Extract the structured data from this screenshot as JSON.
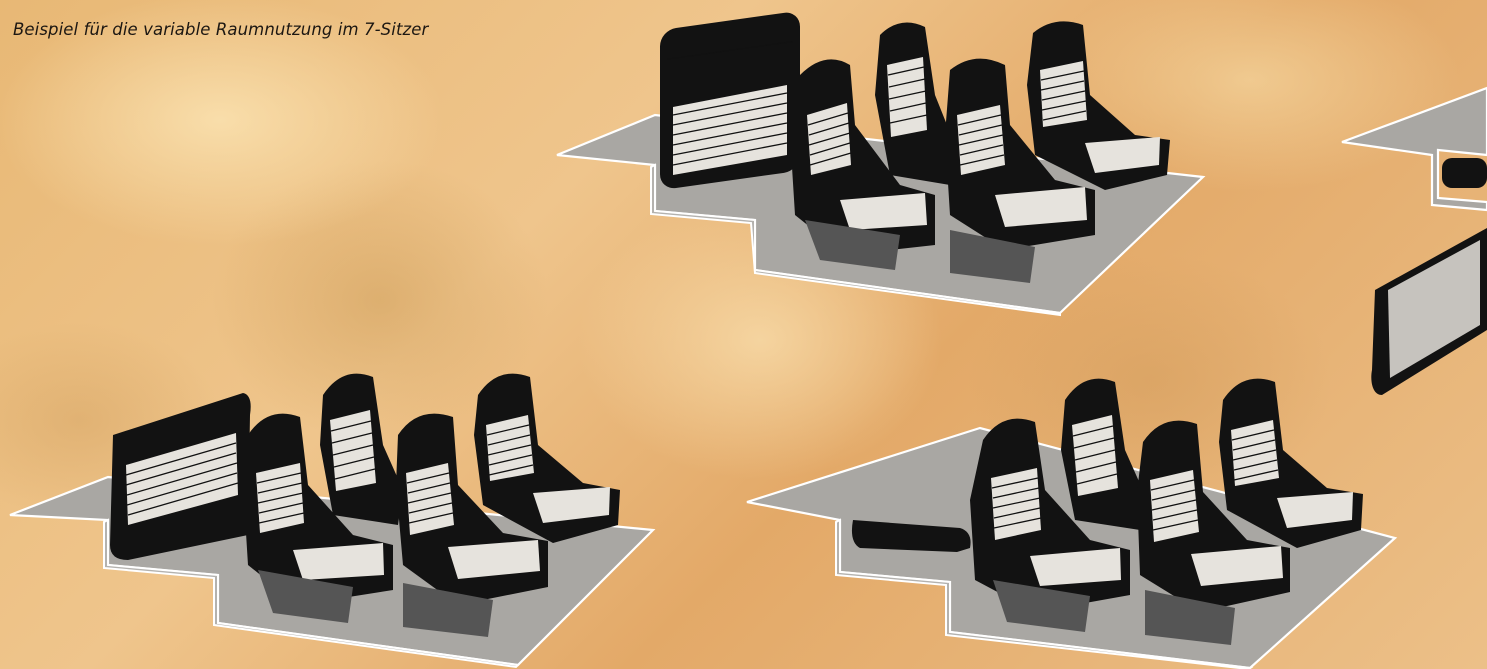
{
  "caption": "Beispiel für die variable Raumnutzung im 7-Sitzer",
  "colors": {
    "background": "#e8b875",
    "floor": "#a9a7a3",
    "seat": "#121212",
    "text": "#1c1712"
  },
  "illustrations": [
    {
      "name": "layout-top",
      "seats": 5,
      "bench": true
    },
    {
      "name": "layout-bottom-left",
      "seats": 5,
      "bench": true
    },
    {
      "name": "layout-bottom-right",
      "seats": 5,
      "bench": "folded"
    },
    {
      "name": "layout-partial-right",
      "seats": 0,
      "bench": "removed"
    }
  ]
}
